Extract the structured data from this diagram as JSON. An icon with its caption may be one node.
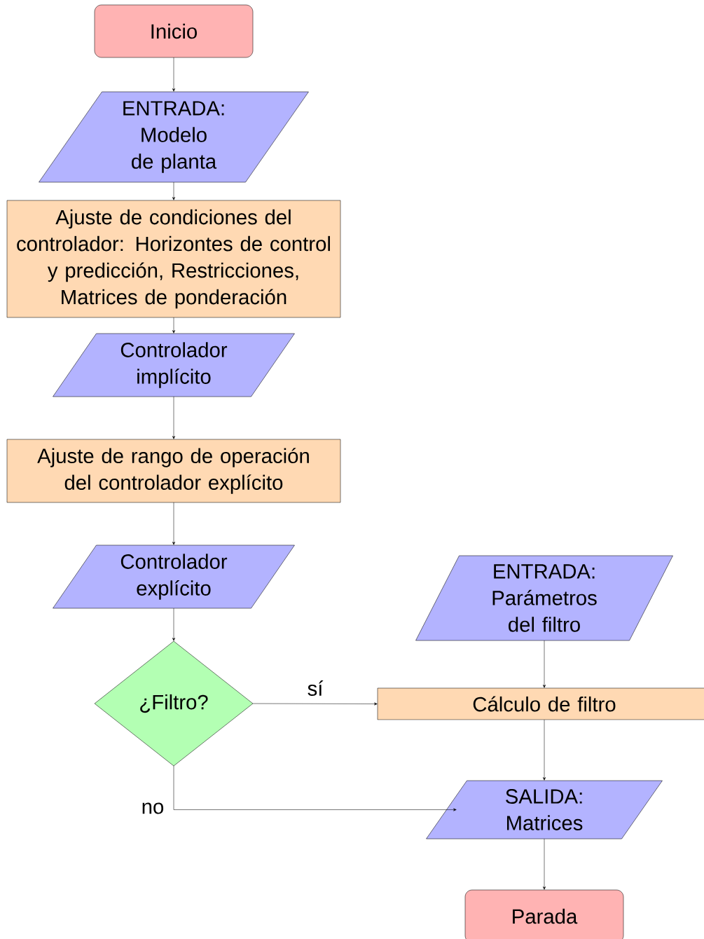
{
  "diagram": {
    "nodes": [
      {
        "text": [
          "Inicio"
        ]
      },
      {
        "text": [
          "ENTRADA: Modelo de planta"
        ]
      },
      {
        "text": [
          "Ajuste de condiciones del controlador: Horizontes de control y predicción, Restricciones, Matrices de ponderación"
        ]
      },
      {
        "text": [
          "Controlador implícito"
        ]
      },
      {
        "text": [
          "Ajuste de rango de operación del controlador explícito"
        ]
      },
      {
        "text": [
          "Controlador explícito"
        ]
      },
      {
        "text": [
          "¿Filtro?"
        ]
      },
      {
        "text": [
          "ENTRADA: Parámetros del filtro"
        ]
      },
      {
        "text": [
          "Cálculo de filtro"
        ]
      },
      {
        "text": [
          "SALIDA: Matrices"
        ]
      },
      {
        "text": [
          "Parada"
        ]
      }
    ],
    "edges": [
      {
        "from": 0,
        "to": 1,
        "arrow": "to"
      },
      {
        "from": 1,
        "to": 2,
        "arrow": "to"
      },
      {
        "from": 2,
        "to": 3,
        "arrow": "to"
      },
      {
        "from": 3,
        "to": 4,
        "arrow": "to"
      },
      {
        "from": 4,
        "to": 5,
        "arrow": "to"
      },
      {
        "from": 5,
        "to": 6,
        "arrow": "to"
      },
      {
        "from": 6,
        "to": 8,
        "arrow": "to",
        "label": "sí"
      },
      {
        "from": 7,
        "to": 8,
        "arrow": "to"
      },
      {
        "from": 8,
        "to": 9,
        "arrow": "to"
      },
      {
        "from": 6,
        "to": 9,
        "arrow": "to",
        "label": "no"
      },
      {
        "from": 9,
        "to": 10,
        "arrow": "to"
      }
    ]
  }
}
